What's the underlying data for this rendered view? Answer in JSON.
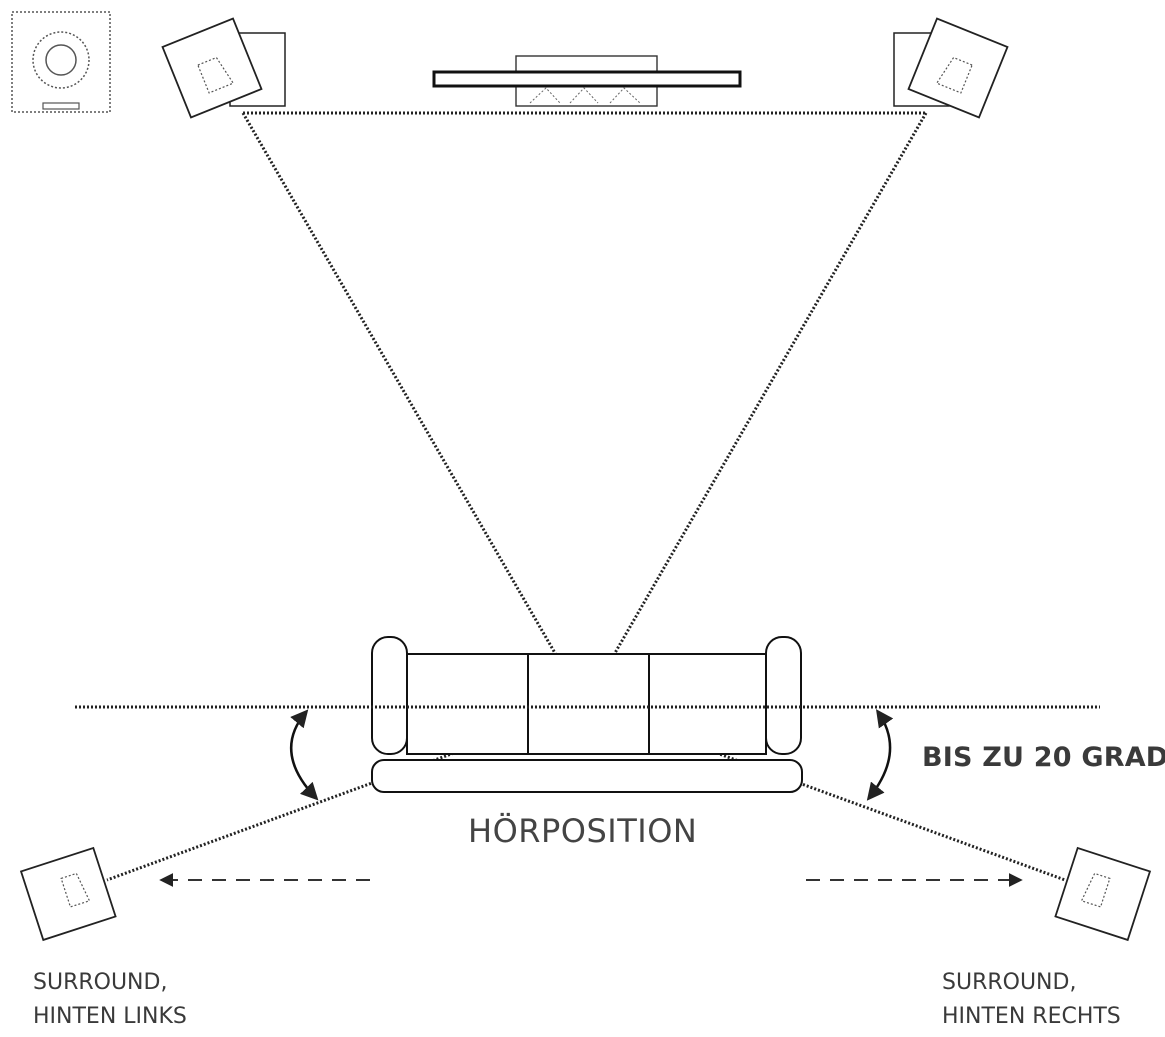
{
  "labels": {
    "angle": "BIS ZU 20 GRAD",
    "listening_position": "HÖRPOSITION",
    "surround_left": [
      "SURROUND,",
      "HINTEN LINKS"
    ],
    "surround_right": [
      "SURROUND,",
      "HINTEN RECHTS"
    ]
  },
  "colors": {
    "line": "#222222",
    "text": "#333333",
    "background": "#ffffff"
  },
  "icons": {
    "subwoofer": "subwoofer-icon",
    "front_left": "speaker-icon",
    "front_right": "speaker-icon",
    "soundbar": "soundbar-icon",
    "rear_left": "speaker-icon",
    "rear_right": "speaker-icon",
    "sofa": "sofa-icon"
  }
}
